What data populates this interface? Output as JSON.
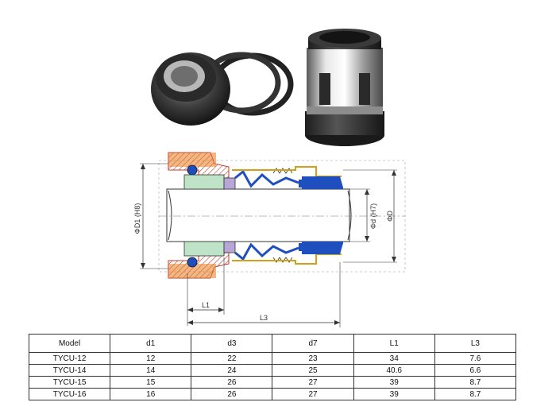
{
  "drawing": {
    "label_D1": "ΦD1 (H8)",
    "label_d": "Φd (H7)",
    "label_D": "ΦD",
    "label_L1": "L1",
    "label_L3": "L3"
  },
  "table": {
    "headers": [
      "Model",
      "d1",
      "d3",
      "d7",
      "L1",
      "L3"
    ],
    "rows": [
      [
        "TYCU-12",
        "12",
        "22",
        "23",
        "34",
        "7.6"
      ],
      [
        "TYCU-14",
        "14",
        "24",
        "25",
        "40.6",
        "6.6"
      ],
      [
        "TYCU-15",
        "15",
        "26",
        "27",
        "39",
        "8.7"
      ],
      [
        "TYCU-16",
        "16",
        "26",
        "27",
        "39",
        "8.7"
      ]
    ]
  }
}
